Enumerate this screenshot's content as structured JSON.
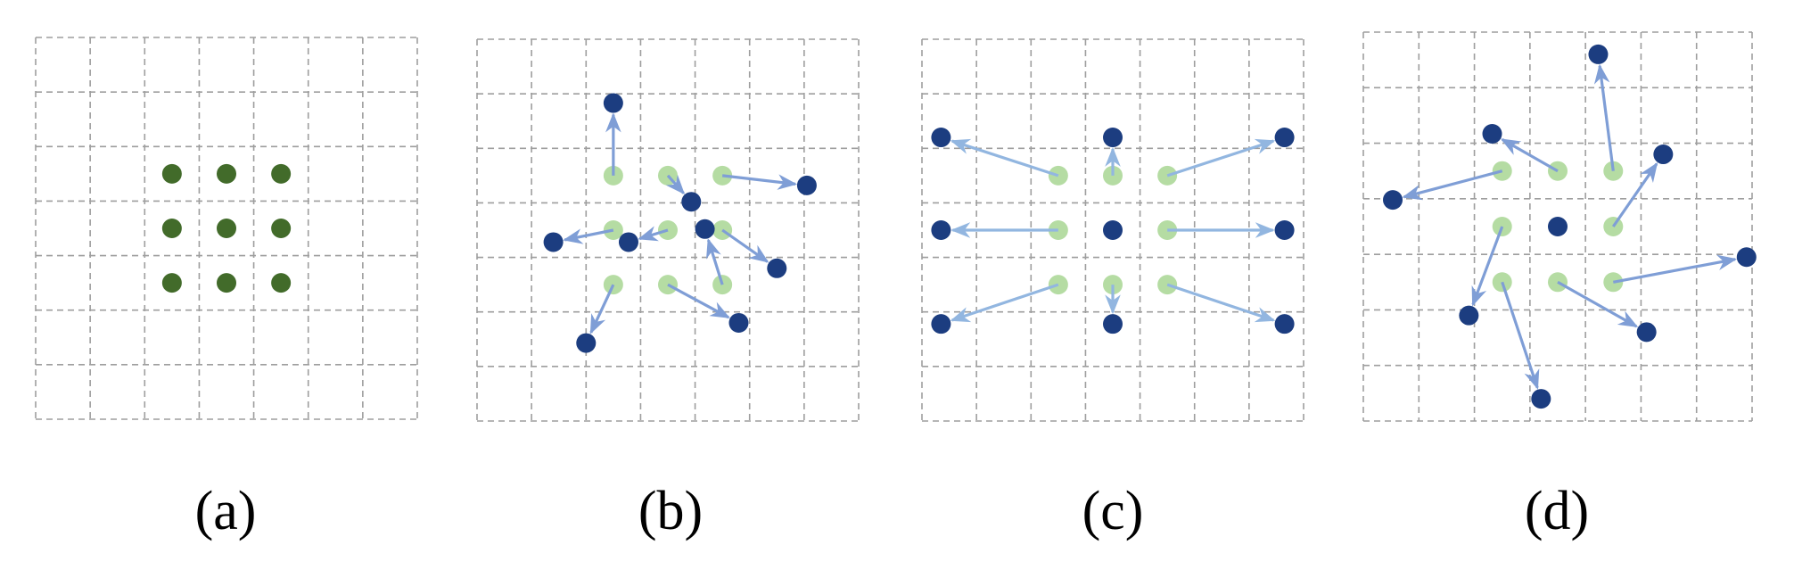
{
  "colors": {
    "grid": "#9e9e9e",
    "sampling_point": "#426b2a",
    "reference_point": "#b5dca3",
    "offset_point": "#1c3d80",
    "offset_arrow_b": "#7f9ed6",
    "offset_arrow_c": "#92b6e0",
    "offset_arrow_d": "#7f9ed6"
  },
  "panels": [
    {
      "caption": "(a)",
      "grid_cells": 7,
      "regular_points": [
        [
          2.5,
          2.5
        ],
        [
          3.5,
          2.5
        ],
        [
          4.5,
          2.5
        ],
        [
          2.5,
          3.5
        ],
        [
          3.5,
          3.5
        ],
        [
          4.5,
          3.5
        ],
        [
          2.5,
          4.5
        ],
        [
          3.5,
          4.5
        ],
        [
          4.5,
          4.5
        ]
      ],
      "offsets": []
    },
    {
      "caption": "(b)",
      "grid_cells": 7,
      "regular_points": [],
      "offsets": [
        {
          "from": [
            2.5,
            2.5
          ],
          "to": [
            2.5,
            1.17
          ]
        },
        {
          "from": [
            3.5,
            2.5
          ],
          "to": [
            3.93,
            2.98
          ]
        },
        {
          "from": [
            4.5,
            2.5
          ],
          "to": [
            6.05,
            2.68
          ]
        },
        {
          "from": [
            2.5,
            3.5
          ],
          "to": [
            1.4,
            3.72
          ]
        },
        {
          "from": [
            3.5,
            3.5
          ],
          "to": [
            2.78,
            3.72
          ]
        },
        {
          "from": [
            4.5,
            3.5
          ],
          "to": [
            5.5,
            4.2
          ]
        },
        {
          "from": [
            2.5,
            4.5
          ],
          "to": [
            2.0,
            5.57
          ]
        },
        {
          "from": [
            3.5,
            4.5
          ],
          "to": [
            4.8,
            5.2
          ]
        },
        {
          "from": [
            4.5,
            4.5
          ],
          "to": [
            4.18,
            3.48
          ]
        }
      ]
    },
    {
      "caption": "(c)",
      "grid_cells": 7,
      "regular_points": [],
      "offsets": [
        {
          "from": [
            2.5,
            2.5
          ],
          "to": [
            0.35,
            1.8
          ]
        },
        {
          "from": [
            3.5,
            2.5
          ],
          "to": [
            3.5,
            1.8
          ]
        },
        {
          "from": [
            4.5,
            2.5
          ],
          "to": [
            6.65,
            1.8
          ]
        },
        {
          "from": [
            2.5,
            3.5
          ],
          "to": [
            0.35,
            3.5
          ]
        },
        {
          "from": [
            3.5,
            3.5
          ],
          "to": [
            3.5,
            3.5
          ]
        },
        {
          "from": [
            4.5,
            3.5
          ],
          "to": [
            6.65,
            3.5
          ]
        },
        {
          "from": [
            2.5,
            4.5
          ],
          "to": [
            0.35,
            5.22
          ]
        },
        {
          "from": [
            3.5,
            4.5
          ],
          "to": [
            3.5,
            5.22
          ]
        },
        {
          "from": [
            4.5,
            4.5
          ],
          "to": [
            6.65,
            5.22
          ]
        }
      ]
    },
    {
      "caption": "(d)",
      "grid_cells": 7,
      "regular_points": [],
      "offsets": [
        {
          "from": [
            2.5,
            2.5
          ],
          "to": [
            0.53,
            3.02
          ]
        },
        {
          "from": [
            3.5,
            2.5
          ],
          "to": [
            2.32,
            1.83
          ]
        },
        {
          "from": [
            4.5,
            2.5
          ],
          "to": [
            4.23,
            0.4
          ]
        },
        {
          "from": [
            2.5,
            3.5
          ],
          "to": [
            1.9,
            5.1
          ]
        },
        {
          "from": [
            3.5,
            3.5
          ],
          "to": [
            3.5,
            3.5
          ]
        },
        {
          "from": [
            4.5,
            3.5
          ],
          "to": [
            5.4,
            2.2
          ]
        },
        {
          "from": [
            2.5,
            4.5
          ],
          "to": [
            3.2,
            6.6
          ]
        },
        {
          "from": [
            3.5,
            4.5
          ],
          "to": [
            5.1,
            5.4
          ]
        },
        {
          "from": [
            4.5,
            4.5
          ],
          "to": [
            6.9,
            4.05
          ]
        }
      ]
    }
  ]
}
